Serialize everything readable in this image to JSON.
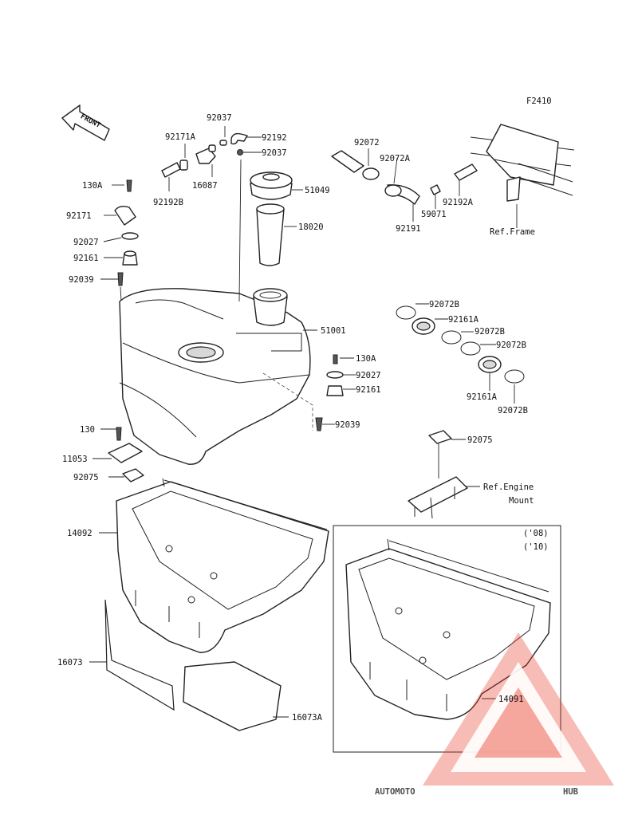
{
  "figure_code": "F2410",
  "front_arrow_label": "FRONT",
  "parts": [
    {
      "id": "p92037a",
      "number": "92037"
    },
    {
      "id": "p92171a",
      "number": "92171A"
    },
    {
      "id": "p92192",
      "number": "92192"
    },
    {
      "id": "p92037b",
      "number": "92037"
    },
    {
      "id": "p130a_top",
      "number": "130A"
    },
    {
      "id": "p92192b",
      "number": "92192B"
    },
    {
      "id": "p16087",
      "number": "16087"
    },
    {
      "id": "p51049",
      "number": "51049"
    },
    {
      "id": "p92171",
      "number": "92171"
    },
    {
      "id": "p92027a",
      "number": "92027"
    },
    {
      "id": "p92161a",
      "number": "92161"
    },
    {
      "id": "p18020",
      "number": "18020"
    },
    {
      "id": "p92039a",
      "number": "92039"
    },
    {
      "id": "p92072",
      "number": "92072"
    },
    {
      "id": "p92072a",
      "number": "92072A"
    },
    {
      "id": "p59071",
      "number": "59071"
    },
    {
      "id": "p92192a",
      "number": "92192A"
    },
    {
      "id": "p92191",
      "number": "92191"
    },
    {
      "id": "p92072b_1",
      "number": "92072B"
    },
    {
      "id": "p92161a_2",
      "number": "92161A"
    },
    {
      "id": "p92072b_2",
      "number": "92072B"
    },
    {
      "id": "p92072b_3",
      "number": "92072B"
    },
    {
      "id": "p51001",
      "number": "51001"
    },
    {
      "id": "p130a_mid",
      "number": "130A"
    },
    {
      "id": "p92027b",
      "number": "92027"
    },
    {
      "id": "p92161b",
      "number": "92161"
    },
    {
      "id": "p92161a_3",
      "number": "92161A"
    },
    {
      "id": "p92072b_4",
      "number": "92072B"
    },
    {
      "id": "p92039b",
      "number": "92039"
    },
    {
      "id": "p130",
      "number": "130"
    },
    {
      "id": "p11053",
      "number": "11053"
    },
    {
      "id": "p92075a",
      "number": "92075"
    },
    {
      "id": "p92075b",
      "number": "92075"
    },
    {
      "id": "p14092",
      "number": "14092"
    },
    {
      "id": "p16073",
      "number": "16073"
    },
    {
      "id": "p16073a",
      "number": "16073A"
    },
    {
      "id": "p14091",
      "number": "14091"
    }
  ],
  "references": {
    "frame": "Ref.Frame",
    "engine_mount_line1": "Ref.Engine",
    "engine_mount_line2": "Mount"
  },
  "inset_years": [
    "('08)",
    "('10)"
  ],
  "watermark": {
    "part1": "AUTOMOTO",
    "part2": "HUB",
    "color_accent": "#f4a71d",
    "color_red": "#e8402f",
    "color_dark": "#555555"
  }
}
